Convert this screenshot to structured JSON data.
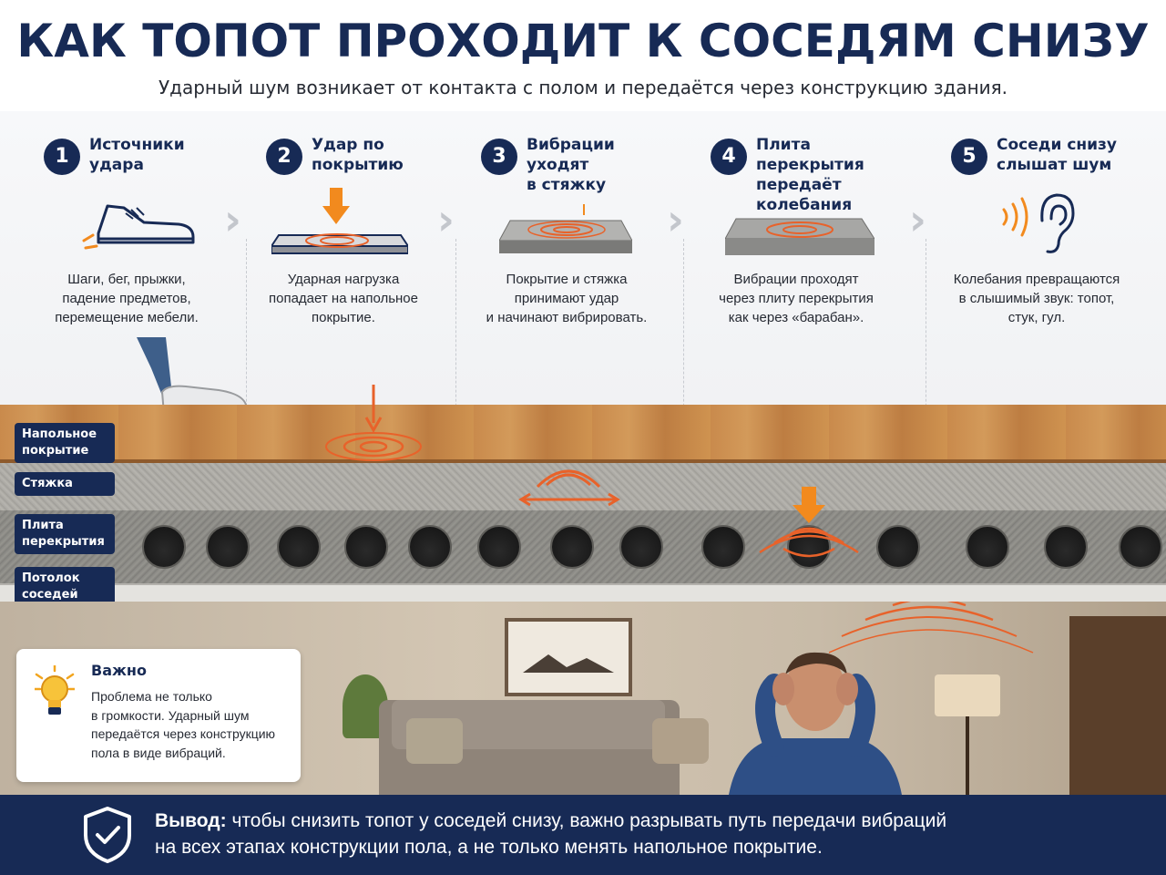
{
  "header": {
    "title": "КАК ТОПОТ ПРОХОДИТ К СОСЕДЯМ СНИЗУ",
    "subtitle": "Ударный шум возникает от контакта с полом и передаётся через конструкцию здания."
  },
  "steps": [
    {
      "number": "1",
      "title": "Источники\nудара",
      "description": "Шаги, бег, прыжки,\nпадение предметов,\nперемещение мебели.",
      "icon": "shoe-icon"
    },
    {
      "number": "2",
      "title": "Удар по\nпокрытию",
      "description": "Ударная нагрузка\nпопадает на напольное\nпокрытие.",
      "icon": "impact-floor-icon"
    },
    {
      "number": "3",
      "title": "Вибрации уходят\nв стяжку",
      "description": "Покрытие и стяжка\nпринимают удар\nи начинают вибрировать.",
      "icon": "vibration-screed-icon"
    },
    {
      "number": "4",
      "title": "Плита перекрытия\nпередаёт колебания",
      "description": "Вибрации проходят\nчерез плиту перекрытия\nкак через «барабан».",
      "icon": "slab-vibration-icon"
    },
    {
      "number": "5",
      "title": "Соседи снизу\nслышат шум",
      "description": "Колебания превращаются\nв слышимый звук: топот,\nстук, гул.",
      "icon": "ear-icon"
    }
  ],
  "layers": {
    "floor": "Напольное\nпокрытие",
    "screed": "Стяжка",
    "slab": "Плита\nперекрытия",
    "ceiling": "Потолок\nсоседей снизу"
  },
  "note": {
    "title": "Важно",
    "text": "Проблема не только\nв громкости. Ударный шум\nпередаётся через конструкцию\nпола в виде вибраций.",
    "icon": "lightbulb-icon"
  },
  "footer": {
    "label": "Вывод:",
    "text": " чтобы снизить топот у соседей снизу, важно разрывать путь передачи вибраций\nна всех этапах конструкции пола, а не только менять напольное покрытие.",
    "icon": "shield-check-icon"
  },
  "colors": {
    "navy": "#172a55",
    "accent": "#f28a1e",
    "wave": "#e8622a"
  }
}
